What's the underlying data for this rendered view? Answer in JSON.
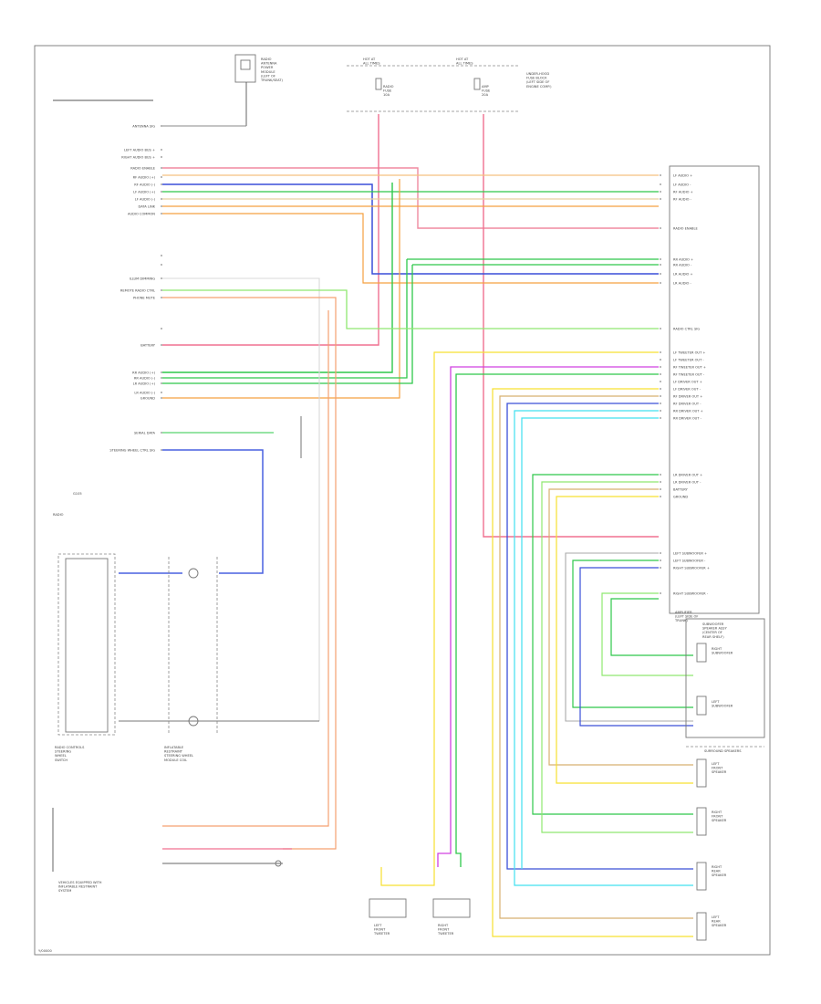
{
  "diagram": {
    "corner_label": "Y/00000",
    "top_component_label": "RADIO\nANTENNA\nPOWER\nMODULE\n(LEFT OF\nTRUNK/SEAT)",
    "fuse_left": {
      "title": "HOT AT\nALL TIMES",
      "fuse": "RADIO\nFUSE\n10A"
    },
    "fuse_right": {
      "title": "HOT AT\nALL TIMES",
      "fuse": "AMP\nFUSE\n20A"
    },
    "fuse_block_note": "UNDER-HOOD\nFUSE BLOCK\n(LEFT SIDE OF\nENGINE COMP.)",
    "radio_label": "RADIO",
    "amp_label": "AMPLIFIER\n(LEFT SIDE OF\nTRUNK)",
    "steering_switch_label": "RADIO CONTROLS\nSTEERING\nWHEEL\nSWITCH",
    "clockspring_label": "INFLATABLE\nRESTRAINT\nSTEERING WHEEL\nMODULE COIL",
    "ground_label": "G105",
    "left_tweeter": "LEFT\nFRONT\nTWEETER",
    "right_tweeter": "RIGHT\nFRONT\nTWEETER",
    "subwoofer_label": "SUBWOOFER\nSPEAKER ASSY\n(CENTER OF\nREAR SHELF)",
    "right_sub": "RIGHT\nSUBWOOFER",
    "left_sub": "LEFT\nSUBWOOFER",
    "speaker_header": "SURROUND SPEAKERS",
    "lf_speaker": "LEFT\nFRONT\nSPEAKER",
    "rf_speaker": "RIGHT\nFRONT\nSPEAKER",
    "rr_speaker": "RIGHT\nREAR\nSPEAKER",
    "lr_speaker": "LEFT\nREAR\nSPEAKER",
    "bottom_note": "VEHICLES EQUIPPED WITH\nINFLATABLE RESTRAINT\nSYSTEM",
    "pins_left": [
      "ANTENNA SIG",
      "LEFT AUDIO BUS +",
      "RIGHT AUDIO BUS +",
      "RADIO ENABLE",
      "RF AUDIO (+)",
      "RF AUDIO (-)",
      "LF AUDIO (+)",
      "LF AUDIO (-)",
      "DATA LINK",
      "AUDIO COMMON",
      "",
      "",
      "ILLUM DIMMING",
      "REMOTE RADIO CTRL",
      "PHONE MUTE",
      "",
      "BATTERY",
      "RR AUDIO (+)",
      "RR AUDIO (-)",
      "LR AUDIO (+)",
      "LR AUDIO (-)",
      "GROUND",
      "SERIAL DATA",
      "STEERING WHEEL CTRL SIG"
    ],
    "pins_right": [
      "LF AUDIO +",
      "LF AUDIO -",
      "RF AUDIO +",
      "RF AUDIO -",
      "RADIO ENABLE",
      "RR AUDIO +",
      "RR AUDIO -",
      "LR AUDIO +",
      "LR AUDIO -",
      "RADIO CTRL SIG",
      "LF TWEETER OUT +",
      "LF TWEETER OUT -",
      "RF TWEETER OUT +",
      "RF TWEETER OUT -",
      "LF DRIVER OUT +",
      "LF DRIVER OUT -",
      "RF DRIVER OUT +",
      "RF DRIVER OUT -",
      "RR DRIVER OUT +",
      "RR DRIVER OUT -",
      "LR DRIVER OUT +",
      "LR DRIVER OUT -",
      "BATTERY",
      "GROUND",
      "LEFT SUBWOOFER +",
      "LEFT SUBWOOFER -",
      "RIGHT SUBWOOFER +",
      "RIGHT SUBWOOFER -"
    ]
  },
  "colors": {
    "pink": "#f08aa0",
    "red": "#e84060",
    "green": "#2ec84a",
    "lime": "#8fe870",
    "blue": "#3a4fd8",
    "orange": "#f5a040",
    "yellow": "#f7e030",
    "cyan": "#40e0ef",
    "violet": "#d040e0",
    "tan": "#d8b070",
    "gray": "#999999"
  }
}
